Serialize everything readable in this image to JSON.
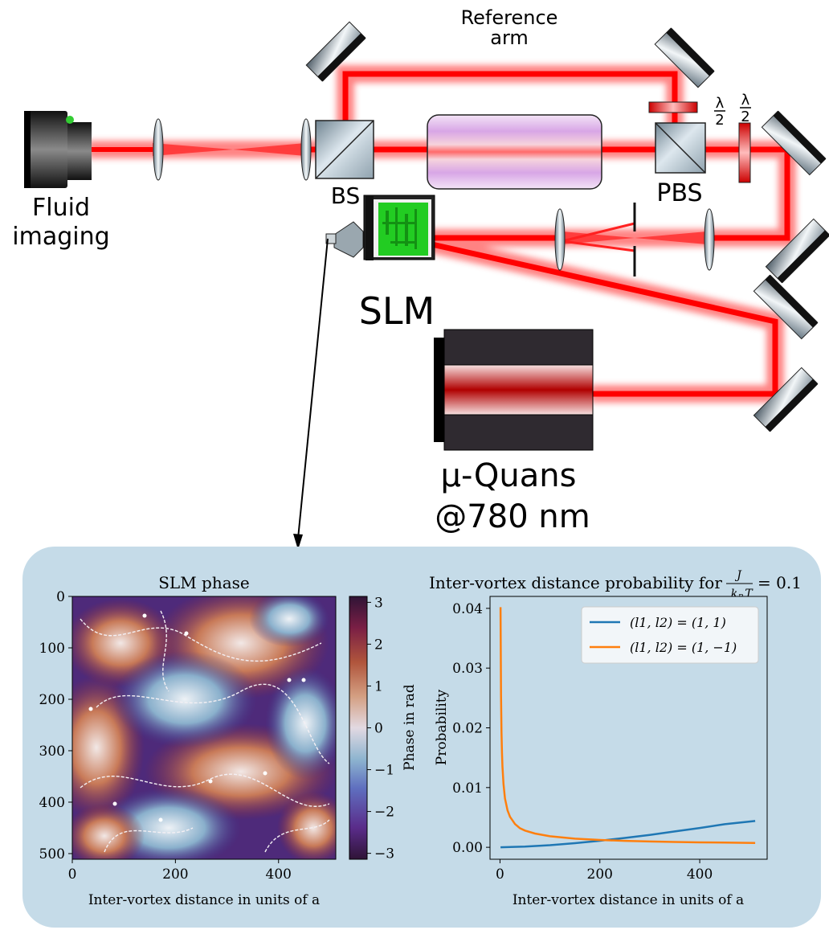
{
  "setup": {
    "labels": {
      "reference_arm_line1": "Reference",
      "reference_arm_line2": "arm",
      "fluid_imaging_line1": "Fluid",
      "fluid_imaging_line2": "imaging",
      "bs": "BS",
      "pbs": "PBS",
      "slm": "SLM",
      "source_line1": "µ-Quans",
      "source_line2": "@780 nm",
      "waveplate_num": "λ",
      "waveplate_den": "2"
    },
    "colors": {
      "beam": "#ff0000",
      "panel": "#c5dbe8",
      "mirror_black": "#111111",
      "slm_green": "#22cc22",
      "cell_violet": "#d8a6e6"
    }
  },
  "chart_data": [
    {
      "type": "heatmap",
      "title": "SLM phase",
      "xlabel": "Inter-vortex distance in units of a",
      "ylabel": "",
      "x_ticks": [
        0,
        200,
        400
      ],
      "y_ticks": [
        0,
        100,
        200,
        300,
        400,
        500
      ],
      "xlim": [
        0,
        511
      ],
      "ylim": [
        511,
        0
      ],
      "colorbar": {
        "label": "Phase in rad",
        "ticks": [
          "3",
          "2",
          "1",
          "0",
          "−1",
          "−2",
          "−3"
        ],
        "range": [
          -3.14159,
          3.14159
        ],
        "colormap": "twilight_shifted"
      }
    },
    {
      "type": "line",
      "title": "Inter-vortex distance probability for J/(k_B T) = 0.1",
      "title_parts": {
        "prefix": "Inter-vortex distance probability for",
        "num": "J",
        "den": "k",
        "den_sub": "B",
        "den_tail": "T",
        "suffix": "= 0.1"
      },
      "xlabel": "Inter-vortex distance in units of a",
      "ylabel": "Probability",
      "x_ticks": [
        0,
        200,
        400
      ],
      "y_ticks": [
        "0.00",
        "0.01",
        "0.02",
        "0.03",
        "0.04"
      ],
      "xlim": [
        -20,
        535
      ],
      "ylim": [
        -0.002,
        0.042
      ],
      "legend_position": "top-right",
      "series": [
        {
          "name": "(l1, l2) = (1, 1)",
          "color": "#1f77b4",
          "x": [
            1,
            50,
            100,
            150,
            200,
            250,
            300,
            350,
            400,
            450,
            511
          ],
          "y": [
            0.0,
            0.00013,
            0.00036,
            0.00069,
            0.00109,
            0.00156,
            0.00208,
            0.00265,
            0.00324,
            0.00387,
            0.00441
          ]
        },
        {
          "name": "(l1, l2) = (1, −1)",
          "color": "#ff7f0e",
          "x": [
            1,
            2,
            3,
            4,
            5,
            7,
            10,
            15,
            20,
            30,
            40,
            50,
            70,
            100,
            150,
            200,
            250,
            300,
            350,
            400,
            450,
            511
          ],
          "y": [
            0.0402,
            0.0255,
            0.0192,
            0.0158,
            0.0135,
            0.0106,
            0.0082,
            0.0062,
            0.0051,
            0.0039,
            0.0032,
            0.0028,
            0.0023,
            0.00185,
            0.00145,
            0.00123,
            0.00108,
            0.00097,
            0.00089,
            0.00083,
            0.00078,
            0.00073
          ]
        }
      ]
    }
  ]
}
